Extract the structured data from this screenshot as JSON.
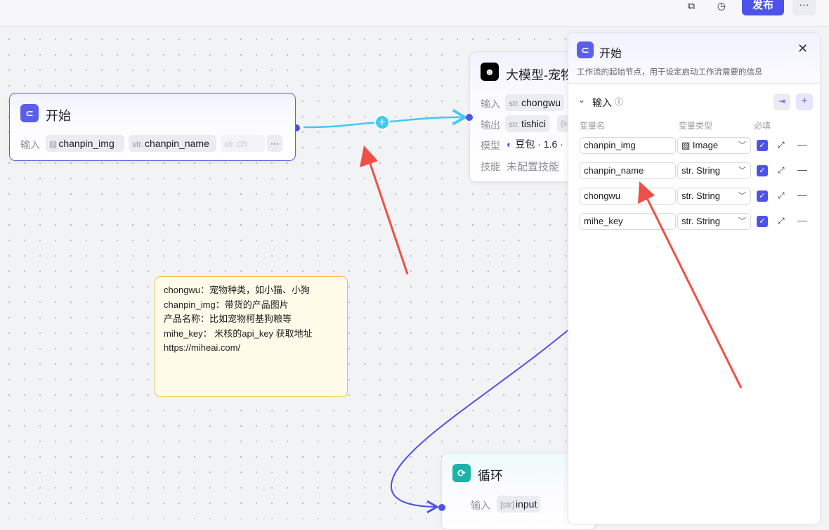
{
  "toolbar": {
    "copy_icon": "copy-icon",
    "history_icon": "history-icon",
    "publish_label": "发布",
    "more_label": "···"
  },
  "start_node": {
    "title": "开始",
    "input_label": "输入",
    "inputs": [
      {
        "prefix": "",
        "name": "chanpin_img"
      },
      {
        "prefix": "str.",
        "name": "chanpin_name"
      },
      {
        "prefix": "str.",
        "name": "ch"
      }
    ],
    "more": "···"
  },
  "llm_node": {
    "title": "大模型-宠物",
    "input_label": "输入",
    "input_prefix": "str.",
    "input_value": "chongwu",
    "output_label": "输出",
    "output_prefix": "str.",
    "output_value": "tishici",
    "output_more": "{st",
    "model_label": "模型",
    "model_value": "豆包 · 1.6 ·",
    "skill_label": "技能",
    "skill_value": "未配置技能"
  },
  "loop_node": {
    "title": "循环",
    "input_label": "输入",
    "input_prefix": "[str]",
    "input_value": "input"
  },
  "note": {
    "lines": [
      "chongwu：宠物种类，如小猫、小狗",
      "chanpin_img：带货的产品图片",
      "产品名称：比如宠物柯基狗粮等",
      "mihe_key： 米核的api_key 获取地址",
      "https://miheai.com/"
    ]
  },
  "panel": {
    "title": "开始",
    "description": "工作流的起始节点，用于设定启动工作流需要的信息",
    "section_label": "输入",
    "col_name": "变量名",
    "col_type": "变量类型",
    "col_required": "必填",
    "rows": [
      {
        "name": "chanpin_img",
        "type": "Image",
        "type_prefix": "",
        "required": true
      },
      {
        "name": "chanpin_name",
        "type": "String",
        "type_prefix": "str.",
        "required": true
      },
      {
        "name": "chongwu",
        "type": "String",
        "type_prefix": "str.",
        "required": true
      },
      {
        "name": "mihe_key",
        "type": "String",
        "type_prefix": "str.",
        "required": true
      }
    ]
  },
  "colors": {
    "accent": "#4d53e8",
    "edge_cyan": "#3ecbf0",
    "arrow_red": "#f04f47",
    "loop_teal": "#1bb3a8"
  }
}
